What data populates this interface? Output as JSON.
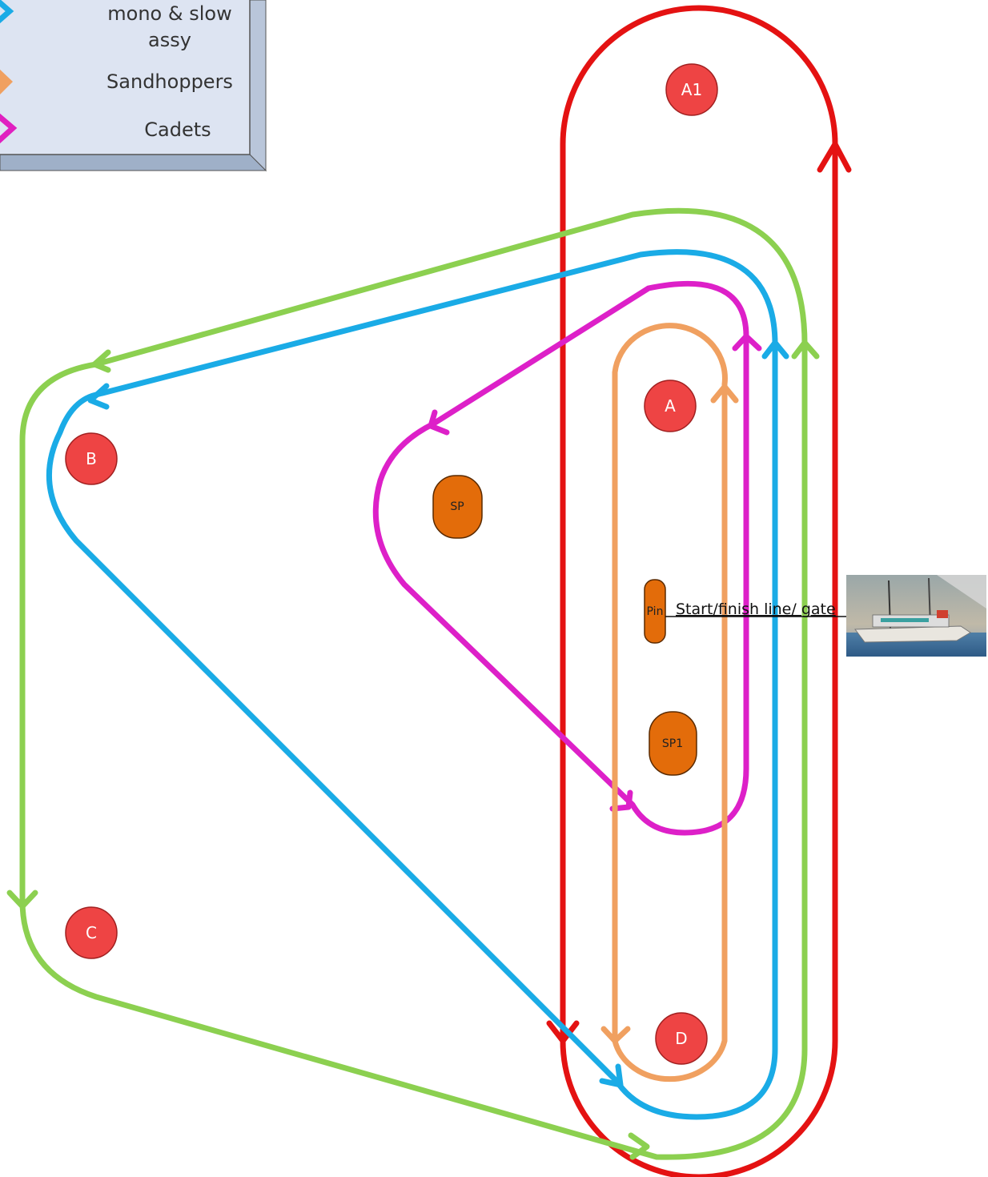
{
  "legend": {
    "items": [
      {
        "label_lines": [
          "mono & slow",
          "assy"
        ],
        "color": "#1aabe6"
      },
      {
        "label_lines": [
          "Sandhoppers"
        ],
        "color": "#f0a060"
      },
      {
        "label_lines": [
          "Cadets"
        ],
        "color": "#e020c0"
      }
    ]
  },
  "colors": {
    "red_course": "#e41212",
    "green_course": "#8cd050",
    "blue_course": "#1aabe6",
    "orange_course": "#f0a060",
    "magenta_course": "#dd20c8",
    "mark_fill": "#ee4444",
    "buoy_fill": "#e36c0a"
  },
  "marks": {
    "a1": "A1",
    "a": "A",
    "b": "B",
    "c": "C",
    "d": "D"
  },
  "buoys": {
    "sp": "SP",
    "pin": "Pin",
    "sp1": "SP1"
  },
  "gate": {
    "label": "Start/finish line/ gate"
  },
  "photo": {
    "description_icon": "catamaran-photo"
  }
}
